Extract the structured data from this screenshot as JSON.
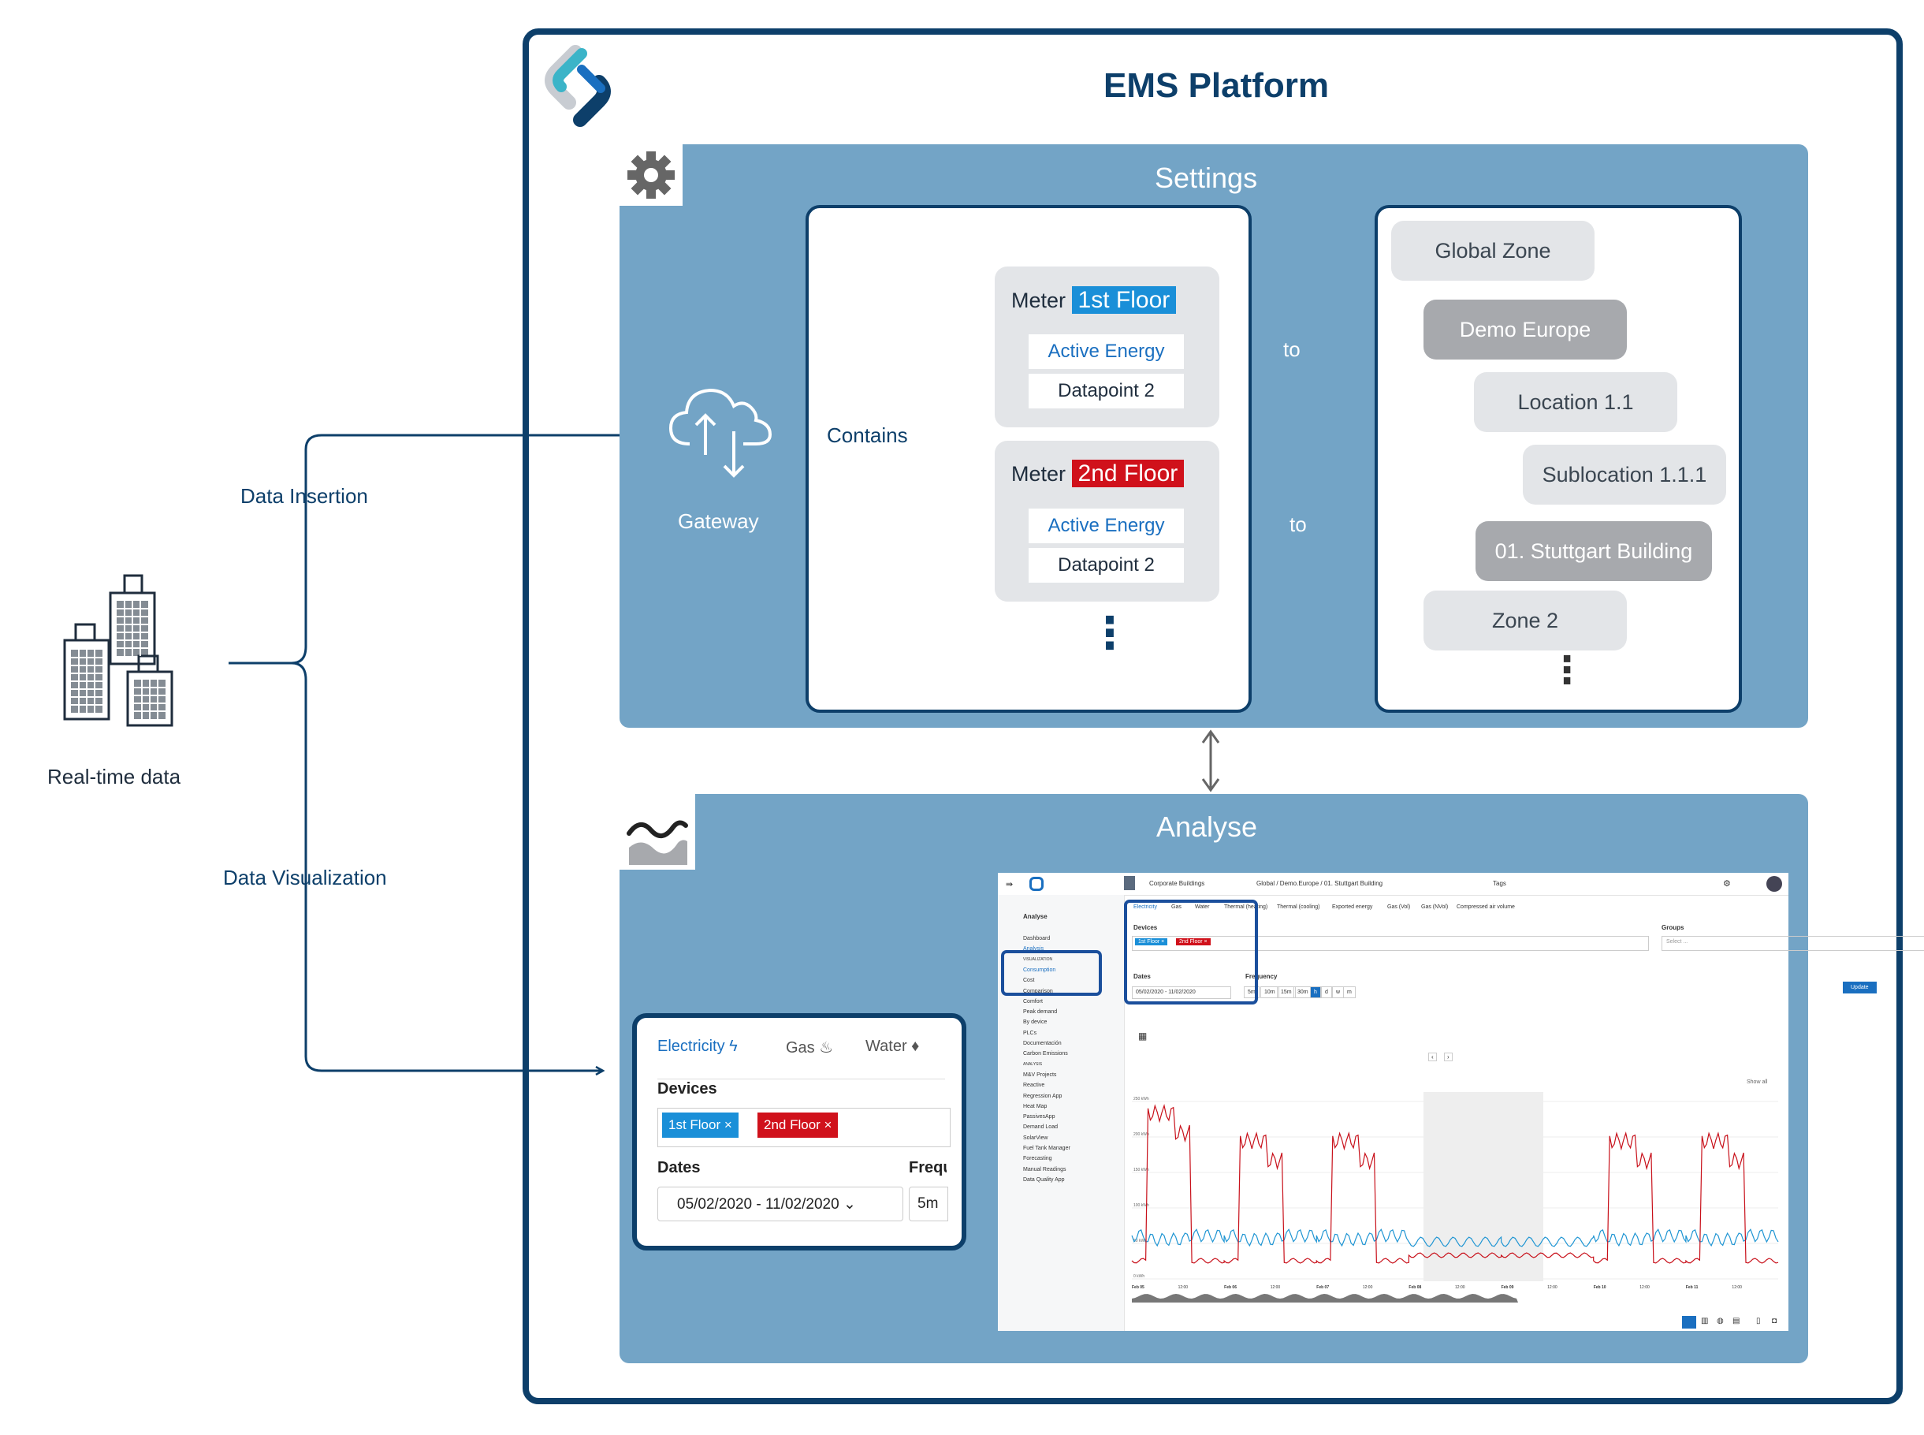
{
  "header": {
    "title": "EMS Platform"
  },
  "left": {
    "realtime_label": "Real-time data",
    "data_insertion": "Data Insertion",
    "data_visualization": "Data Visualization"
  },
  "settings": {
    "title": "Settings",
    "gateway": "Gateway",
    "contains": "Contains",
    "meters": [
      {
        "prefix": "Meter",
        "tag": "1st Floor",
        "dp1": "Active Energy",
        "dp2": "Datapoint 2",
        "to": "to"
      },
      {
        "prefix": "Meter",
        "tag": "2nd Floor",
        "dp1": "Active Energy",
        "dp2": "Datapoint 2",
        "to": "to"
      }
    ],
    "zones": [
      "Global Zone",
      "Demo Europe",
      "Location 1.1",
      "Sublocation 1.1.1",
      "01. Stuttgart Building",
      "Zone 2"
    ],
    "ellipsis": "⋮"
  },
  "analyse": {
    "title": "Analyse",
    "zoom": {
      "tabs": [
        "Electricity",
        "Gas",
        "Water"
      ],
      "devices_label": "Devices",
      "device_tags": [
        "1st Floor ×",
        "2nd Floor ×"
      ],
      "dates_label": "Dates",
      "freq_label": "Frequ",
      "date_value": "05/02/2020 - 11/02/2020",
      "freq_value": "5m"
    },
    "app": {
      "top": {
        "building": "Corporate Buildings",
        "path": "Global / Demo.Europe / 01. Stuttgart Building",
        "tags": "Tags"
      },
      "sidebar_title": "Analyse",
      "sidebar_items": [
        "Dashboard",
        "Analysis",
        "VISUALIZATION",
        "Consumption",
        "Cost",
        "Comparison",
        "Comfort",
        "Peak demand",
        "By device",
        "PLCs",
        "Documentación",
        "Carbon Emissions",
        "ANALYSIS",
        "M&V Projects",
        "Reactive",
        "Regression App",
        "Heat Map",
        "PassivesApp",
        "Demand Load",
        "SolarView",
        "Fuel Tank Manager",
        "Forecasting",
        "Manual Readings",
        "Data Quality App"
      ],
      "energy_tabs": [
        "Electricity",
        "Gas",
        "Water",
        "Thermal (heating)",
        "Thermal (cooling)",
        "Exported energy",
        "Gas (Vol)",
        "Gas (NVol)",
        "Compressed air volume"
      ],
      "devices_label": "Devices",
      "groups_label": "Groups",
      "groups_placeholder": "Select ...",
      "dates_label": "Dates",
      "freq_label": "Frequency",
      "date_value": "05/02/2020 - 11/02/2020",
      "freq_buttons": [
        "5m",
        "10m",
        "15m",
        "30m",
        "h",
        "d",
        "w",
        "m"
      ],
      "update": "Update",
      "show_all": "Show all",
      "y_ticks": [
        "250 kWh",
        "200 kWh",
        "150 kWh",
        "100 kWh",
        "50 kWh",
        "0 kWh"
      ],
      "x_ticks": [
        "Feb 05",
        "12:00",
        "Feb 06",
        "12:00",
        "Feb 07",
        "12:00",
        "Feb 08",
        "12:00",
        "Feb 09",
        "12:00",
        "Feb 10",
        "12:00",
        "Feb 11",
        "12:00"
      ]
    }
  },
  "colors": {
    "navy": "#0d3f6a",
    "panel": "#73a4c6",
    "blue_tag": "#1a8fd8",
    "red_tag": "#d0111b"
  }
}
